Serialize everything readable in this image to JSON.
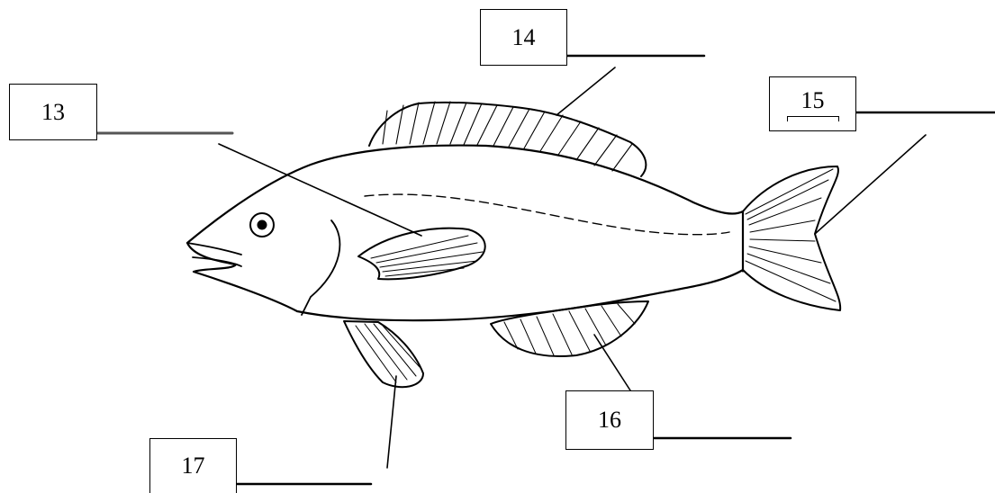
{
  "labels": [
    {
      "id": "13",
      "text": "13"
    },
    {
      "id": "14",
      "text": "14"
    },
    {
      "id": "15",
      "text": "15"
    },
    {
      "id": "16",
      "text": "16"
    },
    {
      "id": "17",
      "text": "17"
    }
  ],
  "colors": {
    "line": "#000000",
    "background": "#ffffff",
    "leader_gray": "#555555"
  }
}
